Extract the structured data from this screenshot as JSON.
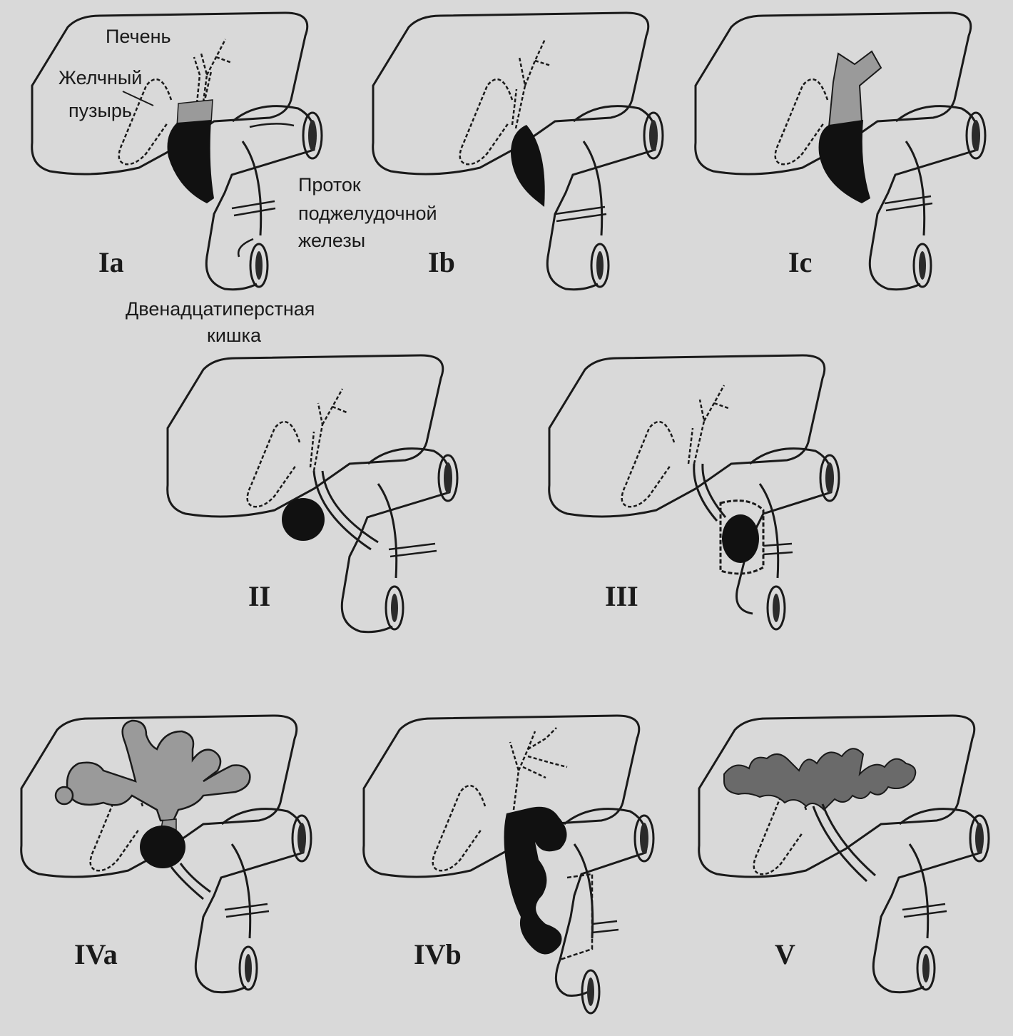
{
  "labels": {
    "liver": "Печень",
    "gallbladder_1": "Желчный",
    "gallbladder_2": "пузырь",
    "pancreatic_duct_1": "Проток",
    "pancreatic_duct_2": "поджелудочной",
    "pancreatic_duct_3": "железы",
    "duodenum_1": "Двенадцатиперстная",
    "duodenum_2": "кишка"
  },
  "types": [
    {
      "id": "Ia",
      "label": "Ia"
    },
    {
      "id": "Ib",
      "label": "Ib"
    },
    {
      "id": "Ic",
      "label": "Ic"
    },
    {
      "id": "II",
      "label": "II"
    },
    {
      "id": "III",
      "label": "III"
    },
    {
      "id": "IVa",
      "label": "IVa"
    },
    {
      "id": "IVb",
      "label": "IVb"
    },
    {
      "id": "V",
      "label": "V"
    }
  ],
  "colors": {
    "background": "#d9d9d9",
    "stroke": "#1a1a1a",
    "cyst": "#111111",
    "shaded": "#9a9a9a"
  }
}
